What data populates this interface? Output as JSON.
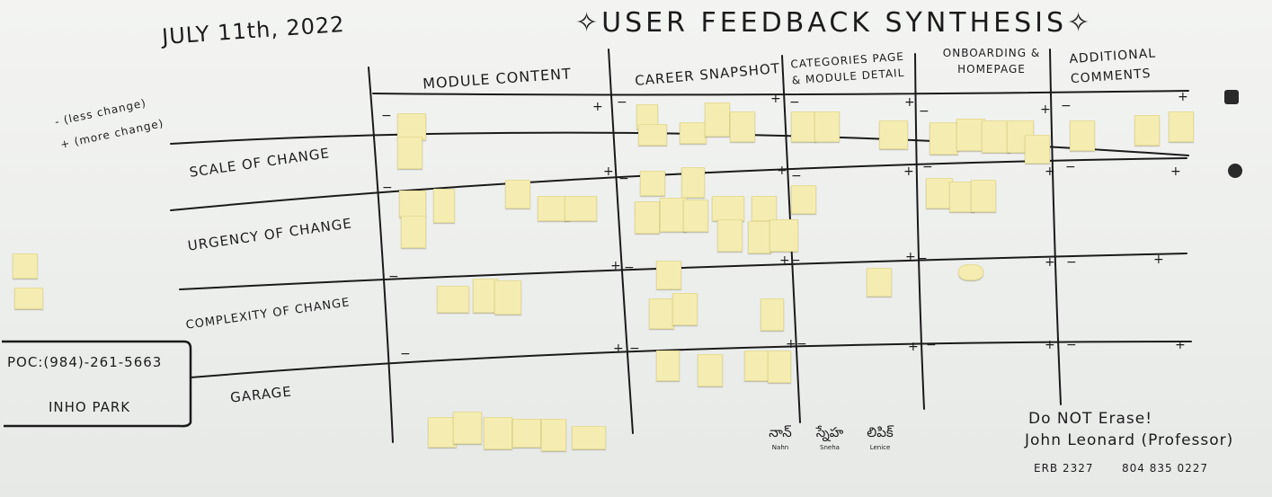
{
  "board": {
    "date": "JULY 11th, 2022",
    "title": "✧USER FEEDBACK SYNTHESIS✧",
    "legend_minus": "- (less change)",
    "legend_plus": "+ (more change)"
  },
  "columns": [
    {
      "label": "MODULE CONTENT"
    },
    {
      "label": "CAREER SNAPSHOT"
    },
    {
      "label": "CATEGORIES PAGE & MODULE DETAIL"
    },
    {
      "label": "ONBOARDING & HOMEPAGE"
    },
    {
      "label": "ADDITIONAL COMMENTS"
    }
  ],
  "rows": [
    {
      "label": "SCALE OF CHANGE"
    },
    {
      "label": "URGENCY OF CHANGE"
    },
    {
      "label": "COMPLEXITY OF CHANGE"
    },
    {
      "label": "GARAGE"
    }
  ],
  "contact": {
    "phone": "POC:(984)-261-5663",
    "name": "INHO PARK"
  },
  "note": {
    "line1": "Do NOT Erase!",
    "line2": "John Leonard (Professor)",
    "room": "ERB 2327",
    "phone": "804 835 0227"
  },
  "signatures": [
    {
      "script": "నాన్",
      "name": "Nahn"
    },
    {
      "script": "స్నేహ",
      "name": "Sneha"
    },
    {
      "script": "లిపిక్",
      "name": "Lenice"
    }
  ],
  "colors": {
    "board": "#eef0ef",
    "ink": "#1c1c1c",
    "sticky_note": "#f4ecb0"
  }
}
